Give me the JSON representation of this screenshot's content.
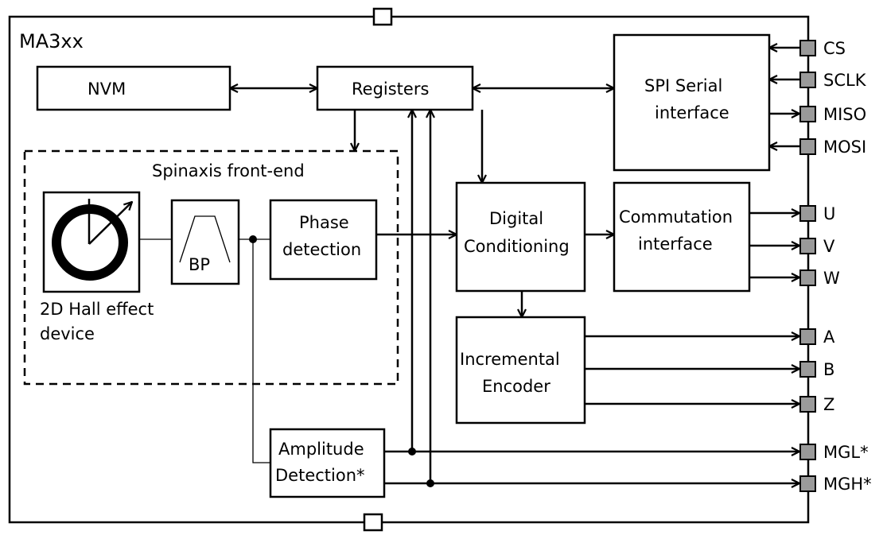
{
  "chip": {
    "name": "MA3xx"
  },
  "blocks": {
    "nvm": "NVM",
    "registers": "Registers",
    "spi_line1": "SPI Serial",
    "spi_line2": "interface",
    "frontend": "Spinaxis front-end",
    "hall_line1": "2D Hall effect",
    "hall_line2": "device",
    "bp": "BP",
    "phase_line1": "Phase",
    "phase_line2": "detection",
    "digital_line1": "Digital",
    "digital_line2": "Conditioning",
    "comm_line1": "Commutation",
    "comm_line2": "interface",
    "incr_line1": "Incremental",
    "incr_line2": "Encoder",
    "amp_line1": "Amplitude",
    "amp_line2": "Detection*"
  },
  "pins": {
    "cs": "CS",
    "sclk": "SCLK",
    "miso": "MISO",
    "mosi": "MOSI",
    "u": "U",
    "v": "V",
    "w": "W",
    "a": "A",
    "b": "B",
    "z": "Z",
    "mgl": "MGL*",
    "mgh": "MGH*"
  },
  "colors": {
    "pin_fill": "#9a9a9a",
    "stroke": "#000000"
  }
}
